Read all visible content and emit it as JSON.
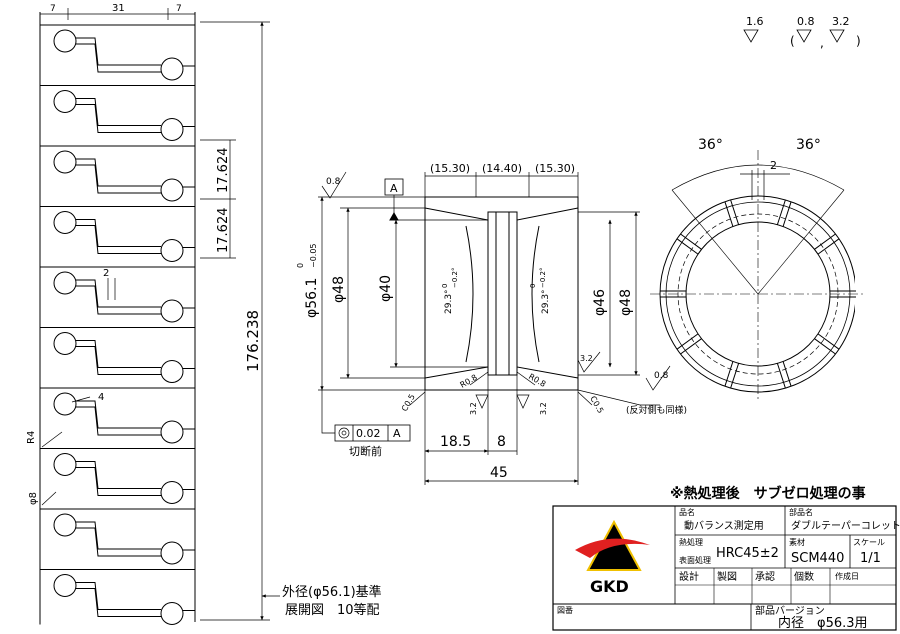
{
  "dims_top": {
    "left": "7",
    "mid": "31",
    "right": "7"
  },
  "strip": {
    "height": "176.238",
    "pitch": "17.624",
    "slot_width": "2",
    "radius": "R4",
    "hole": "φ8",
    "slot_len": "4"
  },
  "basis_note": {
    "line1": "外径(φ56.1)基準",
    "line2": "展開図　10等配"
  },
  "section": {
    "chain": [
      "(15.30)",
      "(14.40)",
      "(15.30)"
    ],
    "datum": "A",
    "rough_top_left": "0.8",
    "od_main": "φ56.1",
    "od_tol_upper": "0",
    "od_tol_lower": "−0.05",
    "dia_48_left": "φ48",
    "dia_40": "φ40",
    "angle_left": "29.3°",
    "angle_tol_upper": "0",
    "angle_tol_lower": "−0.2°",
    "angle_right": "29.3°",
    "dia_46": "φ46",
    "dia_48_right": "φ48",
    "chamfer_left": "C0.5",
    "chamfer_right": "C0.5",
    "fillet_left": "R0.8",
    "fillet_right": "R0.8",
    "rough_32_a": "3.2",
    "rough_32_b": "3.2",
    "rough_32_c": "3.2",
    "rough_right_08": "0.8",
    "opposite_note": "(反対側も同様)",
    "fcf_value": "0.02",
    "fcf_datum": "A",
    "fcf_note": "切断前",
    "len_185": "18.5",
    "len_8": "8",
    "len_45": "45"
  },
  "end_view": {
    "angle_left": "36°",
    "angle_right": "36°",
    "slot": "2"
  },
  "roughness_legend": {
    "r1": "1.6",
    "r2": "0.8",
    "r3": "3.2",
    "paren_open": "(",
    "comma": ",",
    "paren_close": ")"
  },
  "heat_note": "※熱処理後　サブゼロ処理の事",
  "title_block": {
    "product_label": "品名",
    "product_value": "動バランス測定用",
    "part_label": "部品名",
    "part_value": "ダブルテーパーコレット",
    "heat_label": "熱処理",
    "heat_value": "HRC45±2",
    "surface_label": "表面処理",
    "material_label": "素材",
    "material_value": "SCM440",
    "scale_label": "スケール",
    "scale_value": "1/1",
    "design_label": "設計",
    "drawing_label": "製図",
    "approve_label": "承認",
    "count_label": "個数",
    "created_label": "作成日",
    "drawno_label": "図番",
    "version_label": "部品バージョン",
    "version_value": "内径　φ56.3用",
    "logo_text": "GKD",
    "brand_red": "#e02020",
    "brand_yellow": "#f0c000"
  }
}
